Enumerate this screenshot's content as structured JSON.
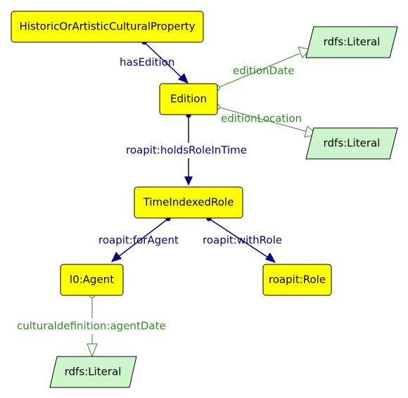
{
  "colors": {
    "class_fill": "#ffff00",
    "class_stroke": "#000000",
    "literal_fill": "#ccf5cc",
    "literal_stroke": "#000000",
    "object_property": "#000080",
    "datatype_property": "#2e8b22",
    "label_text": "#000000"
  },
  "nodes": {
    "historic_property": "HistoricOrArtisticCulturalProperty",
    "edition": "Edition",
    "time_indexed_role": "TimeIndexedRole",
    "agent": "l0:Agent",
    "role": "roapit:Role",
    "literal_edition_date": "rdfs:Literal",
    "literal_edition_location": "rdfs:Literal",
    "literal_agent_date": "rdfs:Literal"
  },
  "edges": {
    "has_edition": "hasEdition",
    "edition_date": "editionDate",
    "edition_location": "editionLocation",
    "holds_role_in_time": "roapit:holdsRoleInTime",
    "for_agent": "roapit:forAgent",
    "with_role": "roapit:withRole",
    "agent_date": "culturaldefinition:agentDate"
  }
}
